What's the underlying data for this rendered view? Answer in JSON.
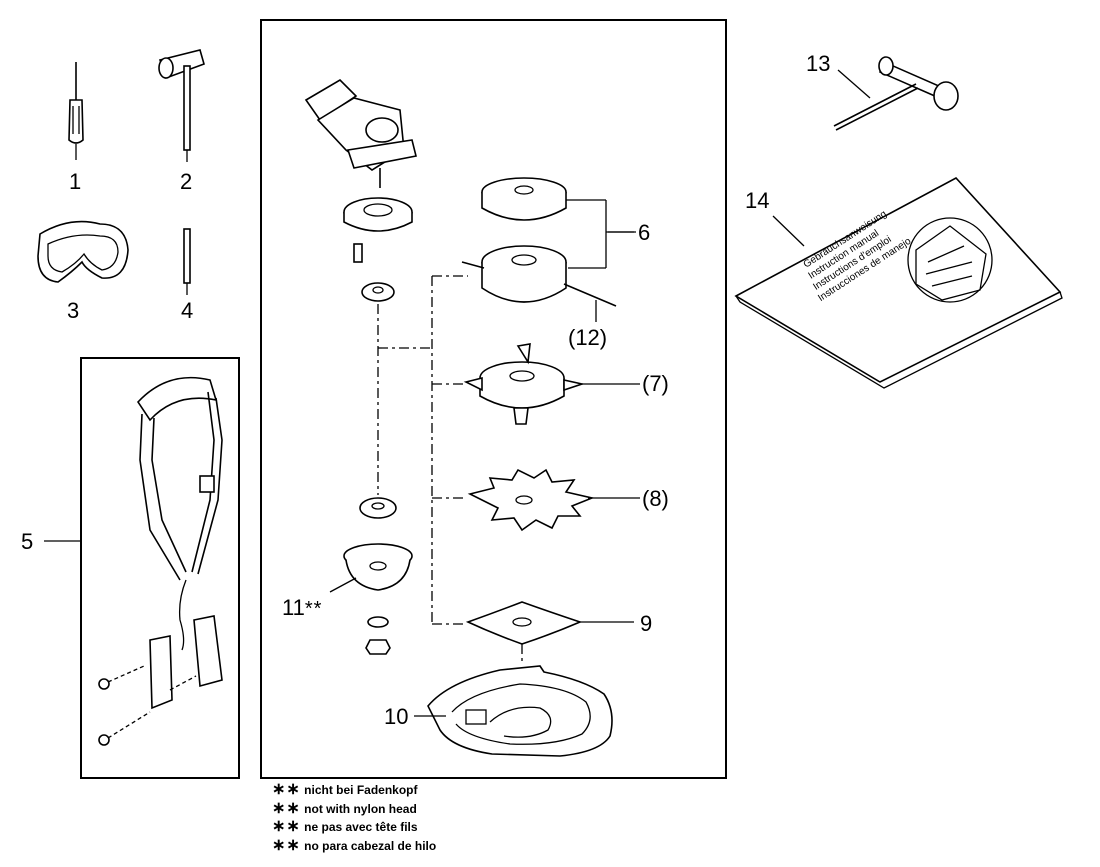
{
  "callouts": {
    "c1": "1",
    "c2": "2",
    "c3": "3",
    "c4": "4",
    "c5": "5",
    "c6": "6",
    "c7": "(7)",
    "c8": "(8)",
    "c9": "9",
    "c10": "10",
    "c11": "11",
    "c11_mark": "**",
    "c12": "(12)",
    "c13": "13",
    "c14": "14"
  },
  "manual_titles": [
    "Gebrauchsanweisung",
    "Instruction manual",
    "Instructions d'emploi",
    "Instrucciones de manejo"
  ],
  "footnotes": [
    {
      "mark": "∗∗",
      "text": "nicht bei Fadenkopf"
    },
    {
      "mark": "∗∗",
      "text": "not with nylon head"
    },
    {
      "mark": "∗∗",
      "text": "ne pas avec tête fils"
    },
    {
      "mark": "∗∗",
      "text": "no para cabezal de hilo"
    }
  ]
}
